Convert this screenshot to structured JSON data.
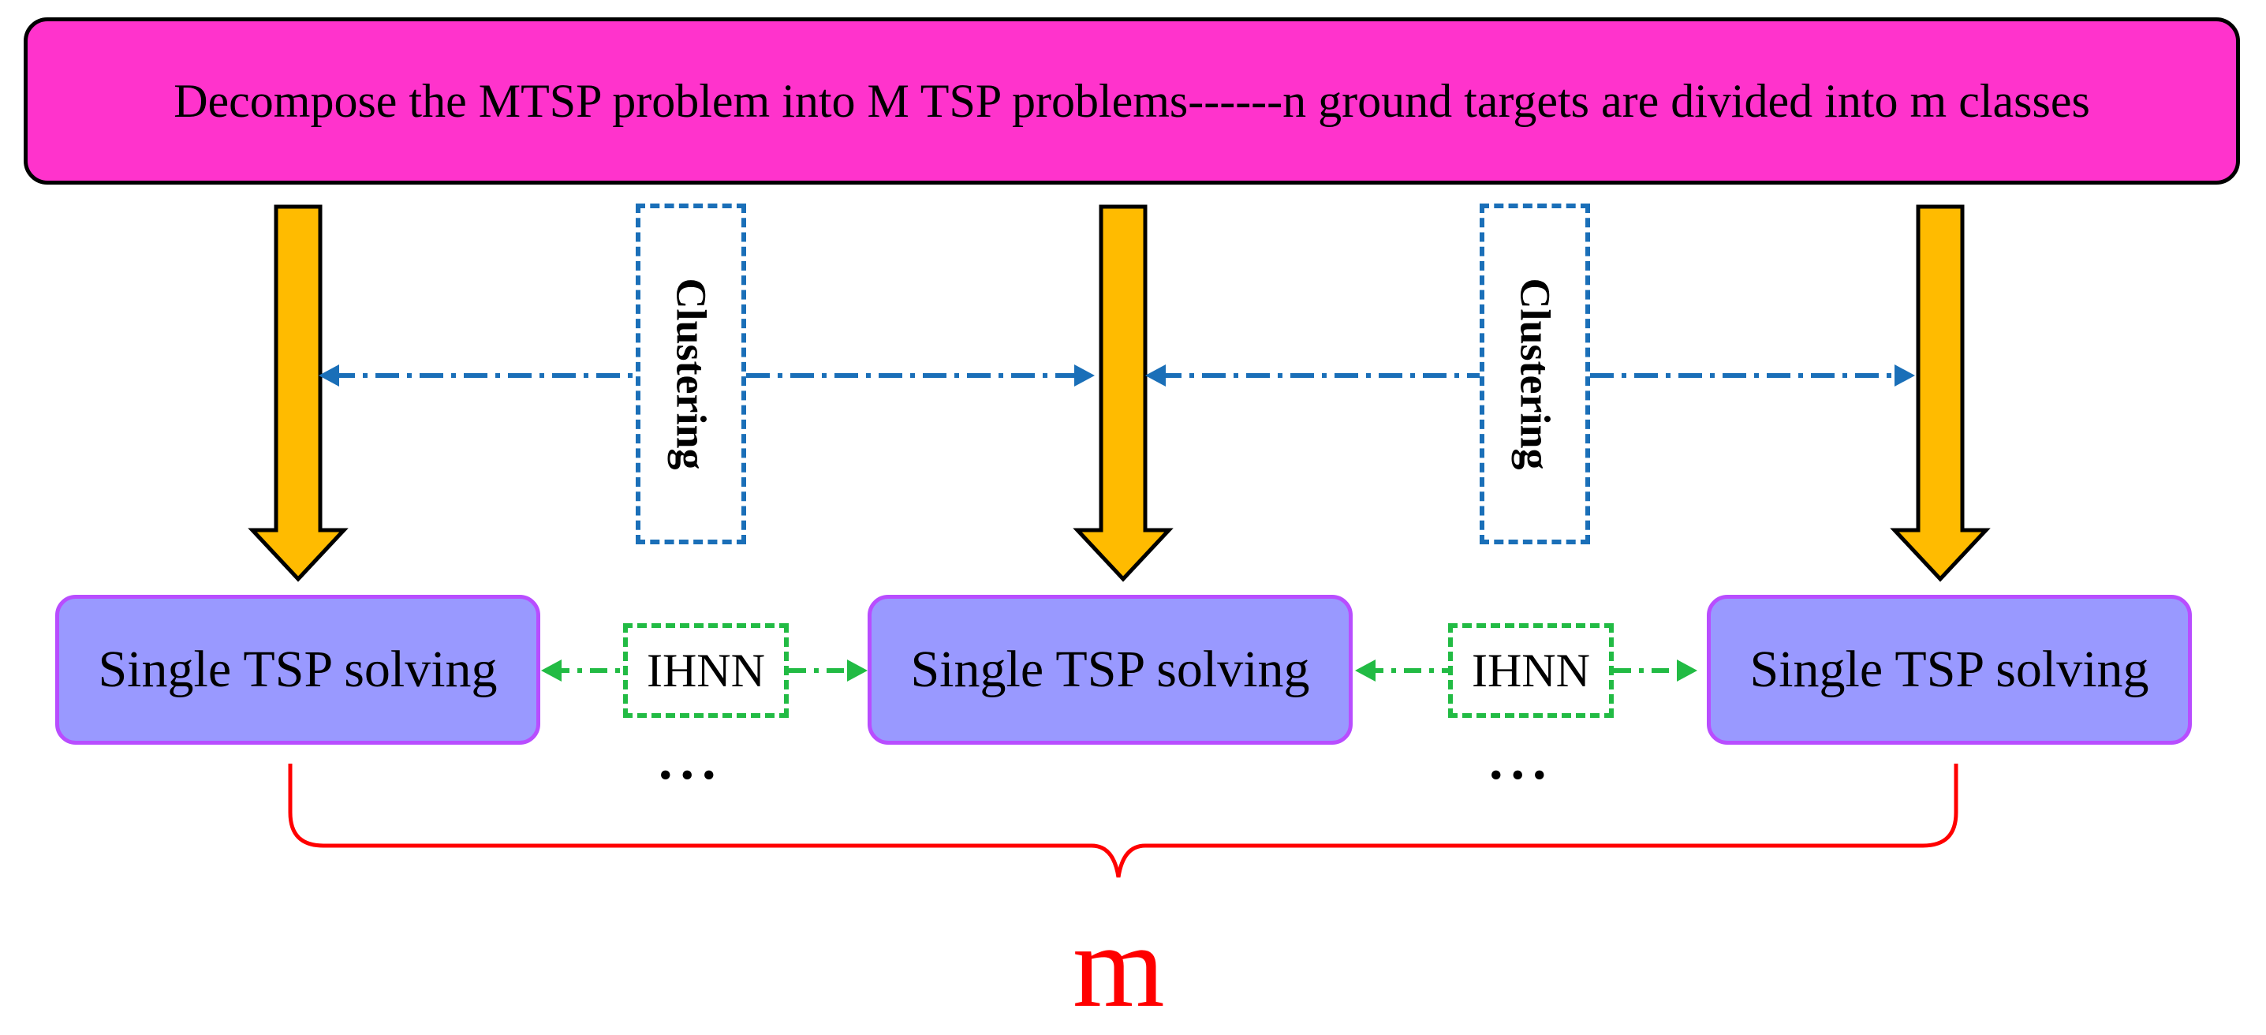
{
  "header": {
    "text": "Decompose the MTSP problem into M TSP problems------n ground targets are divided into m classes"
  },
  "clustering_labels": [
    "Clustering",
    "Clustering"
  ],
  "tsp_boxes": [
    "Single TSP solving",
    "Single TSP solving",
    "Single TSP solving"
  ],
  "ihnn_labels": [
    "IHNN",
    "IHNN"
  ],
  "ellipsis": [
    "...",
    "..."
  ],
  "brace_label": "m",
  "colors": {
    "header_fill": "#ff33cc",
    "tsp_fill": "#9999ff",
    "tsp_border": "#b84dff",
    "arrow_fill": "#ffbb00",
    "clustering_line": "#1a6fb8",
    "ihnn_line": "#22bb44",
    "brace": "#ff0000"
  }
}
